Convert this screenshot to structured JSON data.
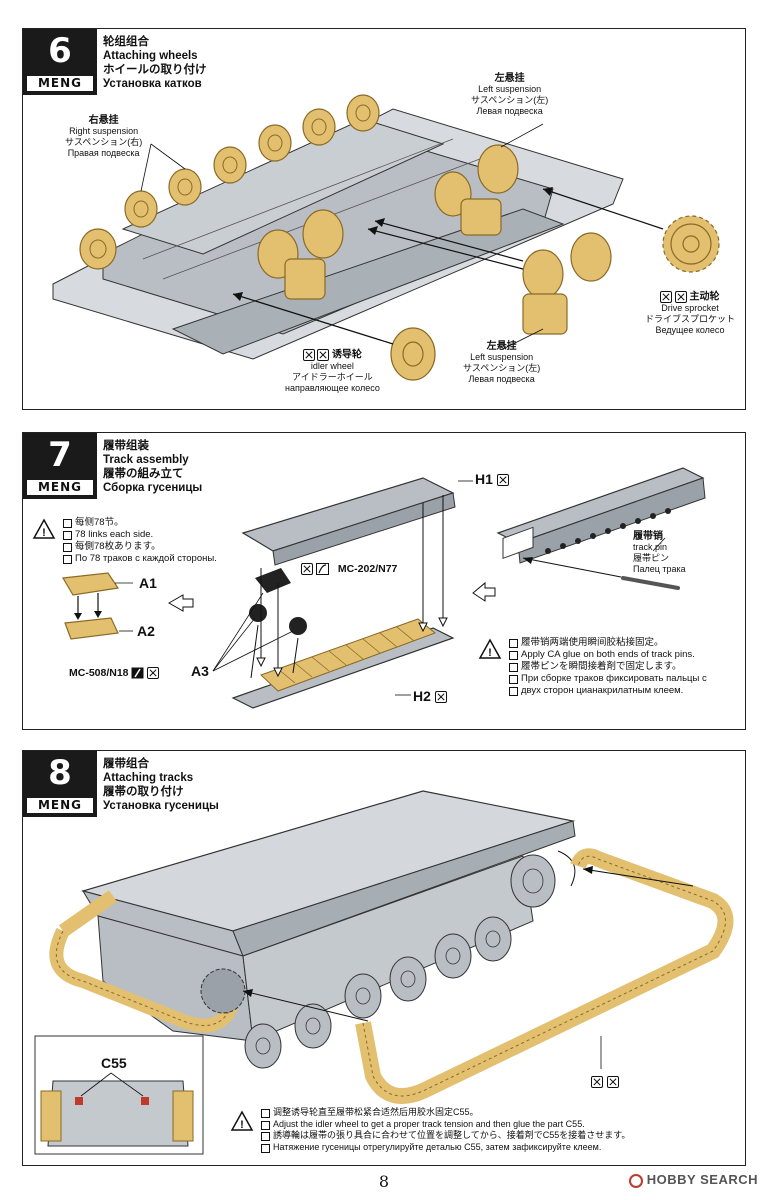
{
  "brand": "MENG",
  "colors": {
    "gold": "#e2c070",
    "gold_dark": "#a78436",
    "gray": "#b8bec4",
    "gray_dark": "#7d858c",
    "ink": "#111111"
  },
  "step6": {
    "number": "6",
    "title_cn": "轮组组合",
    "title_en": "Attaching wheels",
    "title_jp": "ホイールの取り付け",
    "title_ru": "Установка катков",
    "right_suspension": {
      "cn": "右悬挂",
      "en": "Right suspension",
      "jp": "サスペンション(右)",
      "ru": "Правая подвеска"
    },
    "left_suspension_top": {
      "cn": "左悬挂",
      "en": "Left suspension",
      "jp": "サスペンション(左)",
      "ru": "Левая подвеска"
    },
    "left_suspension_bottom": {
      "cn": "左悬挂",
      "en": "Left suspension",
      "jp": "サスペンション(左)",
      "ru": "Левая подвеска"
    },
    "idler": {
      "cn": "诱导轮",
      "en": "idler wheel",
      "jp": "アイドラーホイール",
      "ru": "направляющее колесо"
    },
    "sprocket": {
      "cn": "主动轮",
      "en": "Drive sprocket",
      "jp": "ドライブスプロケット",
      "ru": "Ведущее колесо"
    }
  },
  "step7": {
    "number": "7",
    "title_cn": "履带组装",
    "title_en": "Track assembly",
    "title_jp": "履帯の組み立て",
    "title_ru": "Сборка гусеницы",
    "links_note": [
      "每侧78节。",
      "78 links each side.",
      "每側78枚あります。",
      "По 78 траков с каждой стороны."
    ],
    "part_a1": "A1",
    "part_a2": "A2",
    "part_a3": "A3",
    "part_h1": "H1",
    "part_h2": "H2",
    "tool_1": "MC-202/N77",
    "tool_2": "MC-508/N18",
    "track_pin": {
      "cn": "履带销",
      "en": "track pin",
      "jp": "履帯ピン",
      "ru": "Палец трака"
    },
    "glue_note": [
      "履带销两端使用瞬间胶粘接固定。",
      "Apply CA glue on both ends of track pins.",
      "履帯ピンを瞬間接着剤で固定します。",
      "При сборке траков фиксировать пальцы с",
      "двух сторон цианакрилатным клеем."
    ]
  },
  "step8": {
    "number": "8",
    "title_cn": "履带组合",
    "title_en": "Attaching tracks",
    "title_jp": "履帯の取り付け",
    "title_ru": "Установка гусеницы",
    "part_c55": "C55",
    "tension_note": [
      "调整诱导轮直至履带松紧合适然后用胶水固定C55。",
      "Adjust the idler wheel to get a proper track tension and then glue the part C55.",
      "誘導輪は履帯の張り具合に合わせて位置を調整してから、接着剤でC55を接着させます。",
      "Натяжение гусеницы отрегулируйте деталью C55, затем зафиксируйте клеем."
    ]
  },
  "page_number": "8",
  "watermark": "HOBBY SEARCH"
}
